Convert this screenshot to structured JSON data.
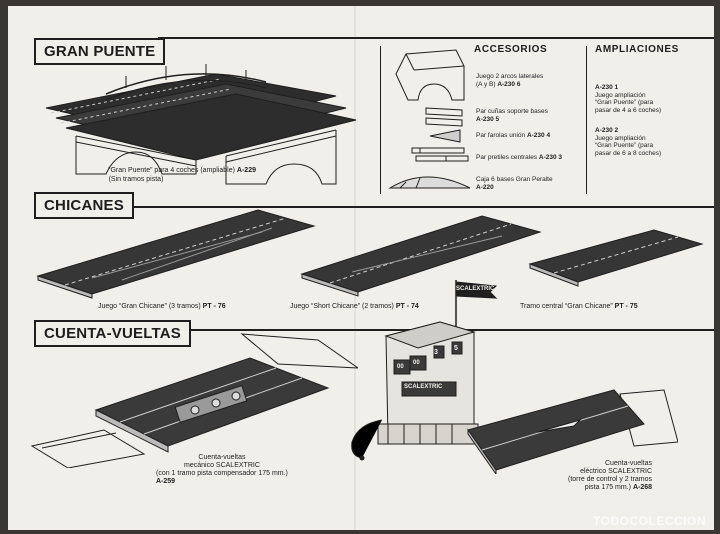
{
  "sections": {
    "gran_puente": {
      "title": "GRAN PUENTE",
      "caption_line1": "“Gran Puente” para 4 coches (ampliable)",
      "caption_code": "A-229",
      "caption_line2": "(Sin tramos pista)"
    },
    "accesorios": {
      "title": "ACCESORIOS",
      "items": [
        {
          "text": "Juego 2 arcos laterales",
          "text2": "(A y B)",
          "code": "A-230 6"
        },
        {
          "text": "Par cuñas soporte bases",
          "code": "A-230 5"
        },
        {
          "text": "Par farolas unión",
          "code": "A-230 4"
        },
        {
          "text": "Par pretiles centrales",
          "code": "A-230 3"
        },
        {
          "text": "Caja 6 bases Gran Peralte",
          "code": "A-220"
        }
      ]
    },
    "ampliaciones": {
      "title": "AMPLIACIONES",
      "items": [
        {
          "code": "A-230 1",
          "lines": [
            "Juego ampliación",
            "“Gran Puente” (para",
            "pasar de 4 a 6 coches)"
          ]
        },
        {
          "code": "A-230 2",
          "lines": [
            "Juego ampliación",
            "“Gran Puente” (para",
            "pasar de 6 a 8 coches)"
          ]
        }
      ]
    },
    "chicanes": {
      "title": "CHICANES",
      "items": [
        {
          "text": "Juego “Gran Chicane” (3 tramos)",
          "code": "PT - 76"
        },
        {
          "text": "Juego “Short Chicane” (2 tramos)",
          "code": "PT - 74"
        },
        {
          "text": "Tramo central “Gran Chicane”",
          "code": "PT - 75"
        }
      ]
    },
    "cuenta_vueltas": {
      "title": "CUENTA-VUELTAS",
      "mecanico": {
        "lines": [
          "Cuenta-vueltas",
          "mecánico SCALEXTRIC",
          "(con 1 tramo pista compensador 175 mm.)"
        ],
        "code": "A-259"
      },
      "electrico": {
        "lines": [
          "Cuenta-vueltas",
          "eléctrico SCALEXTRIC",
          "(torre de control y 2 tramos"
        ],
        "last": "pista 175 mm.)",
        "code": "A-268"
      },
      "tower_flag": "SCALEXTRIC",
      "tower_plate": "SCALEXTRIC",
      "digits": [
        "3",
        "5",
        "00",
        "00"
      ]
    }
  },
  "watermark": "TODOCOLECCION",
  "colors": {
    "ink": "#1f1f1f",
    "paper": "#f1efea",
    "track": "#3b3b3b"
  }
}
